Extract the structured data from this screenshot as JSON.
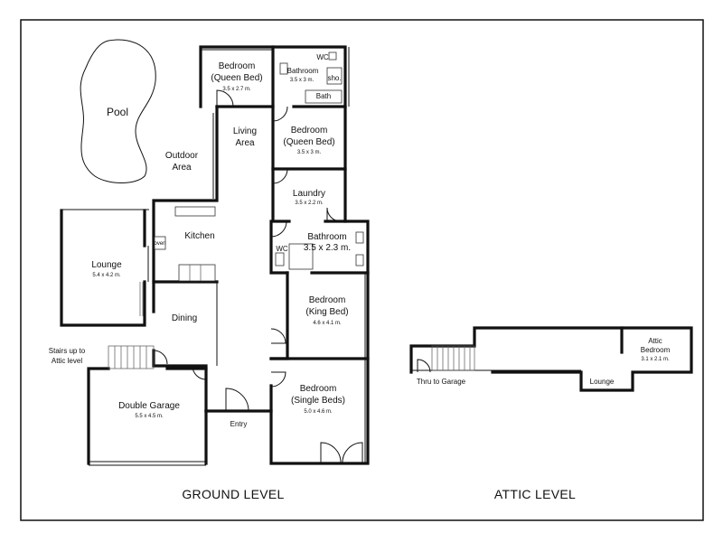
{
  "levels": {
    "ground": "GROUND LEVEL",
    "attic": "ATTIC LEVEL"
  },
  "rooms": {
    "pool": "Pool",
    "outdoor_area": [
      "Outdoor",
      "Area"
    ],
    "bedroom_1": {
      "name": [
        "Bedroom",
        "(Queen Bed)"
      ],
      "dim": "3.5 x 2.7 m."
    },
    "bathroom_1": {
      "name": "Bathroom",
      "dim": "3.5 x 3 m.",
      "wc": "WC",
      "shower": "sho.",
      "bath": "Bath"
    },
    "living_area": [
      "Living",
      "Area"
    ],
    "bedroom_2": {
      "name": [
        "Bedroom",
        "(Queen Bed)"
      ],
      "dim": "3.5 x 3 m."
    },
    "laundry": {
      "name": "Laundry",
      "dim": "3.5 x 2.2 m."
    },
    "kitchen": {
      "name": "Kitchen",
      "oven": "oven"
    },
    "bathroom_2": {
      "name": "Bathroom",
      "dim": "3.5 x 2.3 m.",
      "wc": "WC"
    },
    "lounge": {
      "name": "Lounge",
      "dim": "5.4 x 4.2 m."
    },
    "dining": "Dining",
    "bedroom_3": {
      "name": [
        "Bedroom",
        "(King Bed)"
      ],
      "dim": "4.6 x 4.1 m."
    },
    "stairs": [
      "Stairs up to",
      "Attic level"
    ],
    "garage": {
      "name": "Double Garage",
      "dim": "5.5 x 4.5 m."
    },
    "entry": "Entry",
    "bedroom_4": {
      "name": [
        "Bedroom",
        "(Single Beds)"
      ],
      "dim": "5.0 x 4.6 m."
    },
    "attic_bedroom": {
      "name": [
        "Attic",
        "Bedroom"
      ],
      "dim": "3.1 x 2.1 m."
    },
    "attic_lounge": "Lounge",
    "thru_garage": "Thru to Garage"
  }
}
